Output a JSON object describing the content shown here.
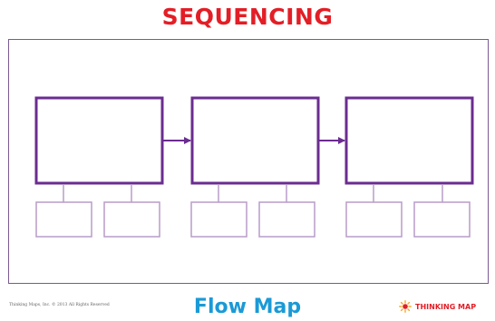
{
  "title": "SEQUENCING",
  "subtitle": "Flow Map",
  "copyright": "Thinking Maps, Inc. © 2013 All Rights Reserved",
  "logo": {
    "text": "THINKING MAP"
  },
  "colors": {
    "title": "#e31e26",
    "subtitle": "#1a9ad6",
    "main_box_stroke": "#6b2c91",
    "sub_box_stroke": "#b89cc9",
    "frame_stroke": "#7b5a93",
    "logo_sun": "#f7a823"
  },
  "flow": {
    "steps": 3,
    "substeps_per_step": 2
  }
}
